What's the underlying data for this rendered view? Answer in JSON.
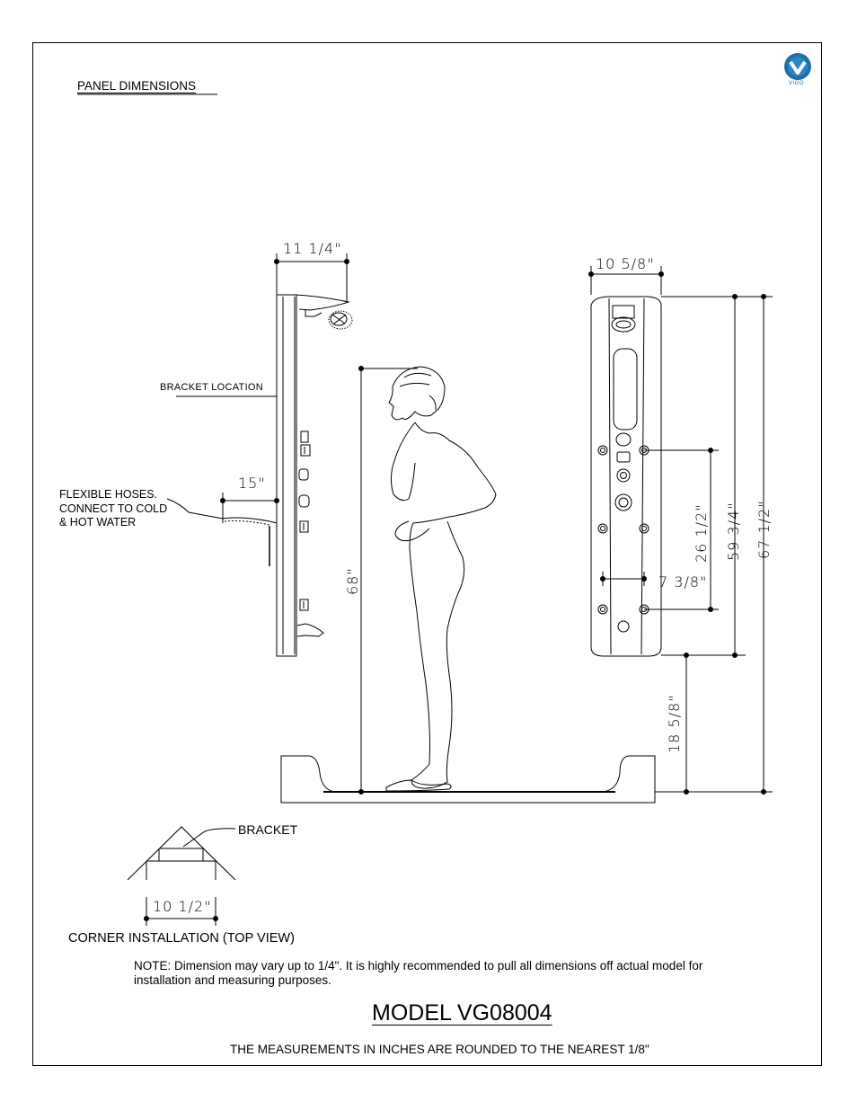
{
  "header": {
    "title": "PANEL DIMENSIONS"
  },
  "logo": {
    "text": "VIGO",
    "color": "#1c6fa8"
  },
  "labels": {
    "bracket_location": "BRACKET LOCATION",
    "hoses": "FLEXIBLE HOSES.\nCONNECT TO COLD\n& HOT WATER",
    "bracket": "BRACKET",
    "corner_installation": "CORNER INSTALLATION (TOP VIEW)"
  },
  "dimensions": {
    "side_width": "11 1/4\"",
    "front_width": "10 5/8\"",
    "hose_depth": "15\"",
    "person_height": "68\"",
    "jet_vertical": "26 1/2\"",
    "jet_horizontal": "7 3/8\"",
    "panel_height": "59 3/4\"",
    "total_height": "67 1/2\"",
    "floor_offset": "18 5/8\"",
    "corner_width": "10 1/2\""
  },
  "note": "NOTE: Dimension may vary up to 1/4\".  It is highly recommended to pull all dimensions off actual model for installation and measuring purposes.",
  "model": {
    "label": "MODEL VG08004"
  },
  "footer": {
    "text": "THE MEASUREMENTS IN INCHES ARE ROUNDED TO THE NEAREST 1/8\""
  }
}
